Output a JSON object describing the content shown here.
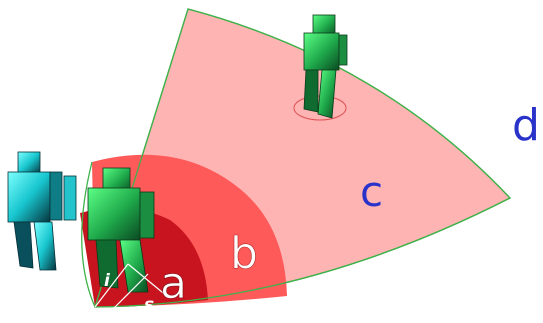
{
  "labels": {
    "a": "a",
    "b": "b",
    "c": "c",
    "d": "d",
    "i": "i",
    "s": "s"
  },
  "colors": {
    "zone_a": "#c8141e",
    "zone_b": "#ff5a5a",
    "zone_c": "#ffb4b4",
    "zone_outline": "#3fb24a",
    "label_white": "#ffffff",
    "label_blue": "#2a33c9",
    "figure_green_light": "#3fe66a",
    "figure_green_dark": "#0e5a2a",
    "figure_cyan_light": "#34f0f0",
    "figure_cyan_dark": "#0a4f5c"
  }
}
